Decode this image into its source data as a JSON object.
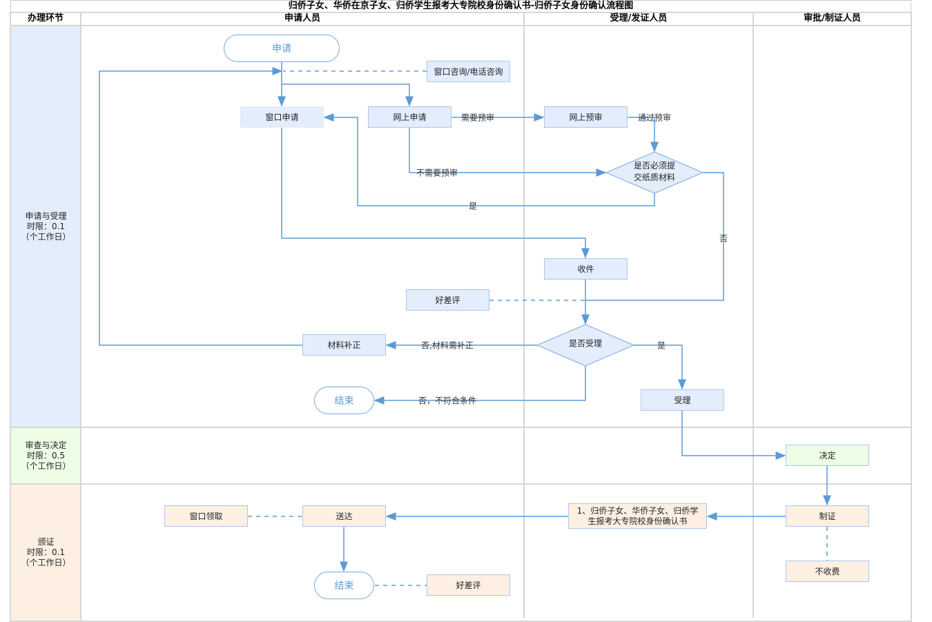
{
  "title": "归侨子女、华侨在京子女、归侨学生报考大专院校身份确认书-归侨子女身份确认流程图",
  "headers": {
    "stage": "办理环节",
    "applicant": "申请人员",
    "acceptor": "受理/发证人员",
    "approver": "审批/制证人员"
  },
  "lanes": [
    {
      "label": "申请与受理\n时限：0.1\n（个工作日）"
    },
    {
      "label": "审查与决定\n时限：0.5\n（个工作日）"
    },
    {
      "label": "颁证\n时限：0.1\n（个工作日）"
    }
  ],
  "nodes": {
    "start": "申请",
    "consult": "窗口咨询/电话咨询",
    "window_apply": "窗口申请",
    "online_apply": "网上申请",
    "online_review": "网上预审",
    "need_paper": "是否必须提\n交纸质材料",
    "receive": "收件",
    "rating1": "好差评",
    "accept_q": "是否受理",
    "supplement": "材料补正",
    "end1": "结束",
    "accept": "受理",
    "decide": "决定",
    "make": "制证",
    "free": "不收费",
    "certificate": "1、归侨子女、华侨子女、归侨学生报考大专院校身份确认书",
    "deliver": "送达",
    "window_pick": "窗口领取",
    "end2": "结束",
    "rating2": "好差评"
  },
  "edge_labels": {
    "need_review": "需要预审",
    "pass_review": "通过预审",
    "no_review": "不需要预审",
    "yes1": "是",
    "no1": "否",
    "no_supplement": "否,材料需补正",
    "yes2": "是",
    "no_reject": "否，不符合条件"
  },
  "colors": {
    "line": "#5b9bd5",
    "applicant_lane": "#e3edfc",
    "review_lane": "#edfde6",
    "issue_lane": "#fdf0e3"
  }
}
